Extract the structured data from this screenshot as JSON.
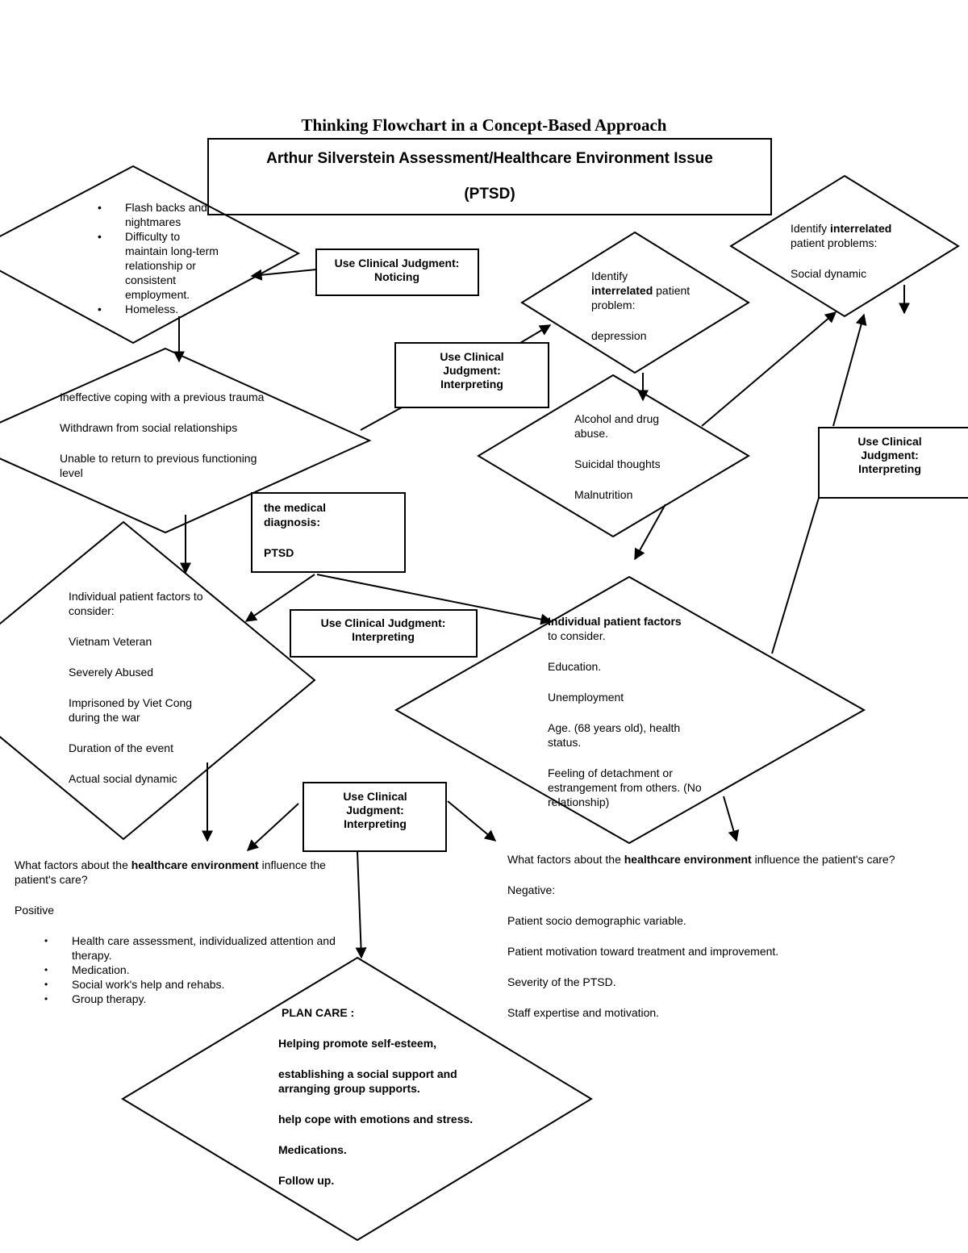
{
  "title": "Thinking Flowchart in a Concept-Based Approach",
  "header_box": {
    "line1": "Arthur Silverstein Assessment/Healthcare Environment Issue",
    "line2": "(PTSD)"
  },
  "symptoms": [
    "Flash backs and nightmares",
    "Difficulty to maintain long-term relationship or consistent employment.",
    "Homeless."
  ],
  "noticing_box": "Use Clinical Judgment: Noticing",
  "interpreting_label": "Use Clinical Judgment: Interpreting",
  "coping": [
    "Ineffective coping with a previous trauma",
    "Withdrawn from social relationships",
    "Unable to return to previous functioning level"
  ],
  "diagnosis_box": {
    "label": "the medical diagnosis:",
    "value": "PTSD"
  },
  "depression_diamond": {
    "prefix": "Identify",
    "bold": "interrelated",
    "suffix": "patient problem:",
    "item": "depression"
  },
  "social_diamond": {
    "prefix": "Identify",
    "bold": "interrelated",
    "suffix": "patient problems:",
    "item": "Social dynamic"
  },
  "alcohol_diamond": [
    "Alcohol and drug abuse.",
    "Suicidal thoughts",
    "Malnutrition"
  ],
  "left_factors": {
    "heading": "Individual patient factors to consider:",
    "items": [
      "Vietnam Veteran",
      "Severely Abused",
      "Imprisoned by Viet Cong during the war",
      "Duration of the event",
      "Actual social dynamic"
    ]
  },
  "right_factors": {
    "heading_bold": "Individual patient factors",
    "heading_rest": "to consider.",
    "items": [
      "Education.",
      "Unemployment",
      "Age. (68 years old), health status.",
      "Feeling of detachment or estrangement from others. (No relationship)"
    ]
  },
  "env_positive": {
    "q_prefix": "What factors about the",
    "q_bold": "healthcare environment",
    "q_suffix": "influence the patient's care?",
    "label": "Positive",
    "items": [
      "Health care assessment, individualized attention and therapy.",
      "Medication.",
      "Social work's help and rehabs.",
      "Group therapy."
    ]
  },
  "env_negative": {
    "q_prefix": "What factors about the",
    "q_bold": "healthcare environment",
    "q_suffix": "influence the patient's care?",
    "label": "Negative:",
    "items": [
      "Patient socio demographic variable.",
      "Patient motivation toward treatment and improvement.",
      "Severity of the PTSD.",
      "Staff expertise and motivation."
    ]
  },
  "plan_care": {
    "heading": "PLAN CARE :",
    "items": [
      "Helping promote self-esteem,",
      "establishing a social support and arranging group supports.",
      "help cope with emotions and stress.",
      "Medications.",
      "Follow up."
    ]
  }
}
